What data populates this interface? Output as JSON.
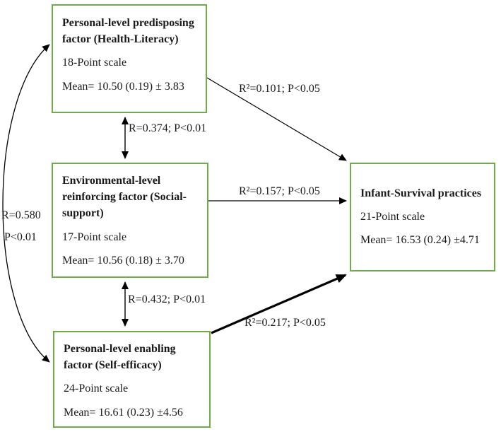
{
  "colors": {
    "box_border": "#70AD47",
    "arrow": "#000000",
    "text": "#1a1a1a",
    "background": "#ffffff"
  },
  "nodes": {
    "predisposing": {
      "title": "Personal-level predisposing factor (Health-Literacy)",
      "scale": "18-Point scale",
      "mean": "Mean= 10.50 (0.19) ± 3.83"
    },
    "reinforcing": {
      "title": "Environmental-level reinforcing factor (Social-support)",
      "scale": "17-Point scale",
      "mean": "Mean= 10.56 (0.18) ± 3.70"
    },
    "enabling": {
      "title": "Personal-level enabling factor (Self-efficacy)",
      "scale": "24-Point scale",
      "mean": "Mean= 16.61 (0.23) ±4.56"
    },
    "outcome": {
      "title": "Infant-Survival practices",
      "scale": "21-Point scale",
      "mean": "Mean= 16.53 (0.24) ±4.71"
    }
  },
  "edges": {
    "predisposing_reinforcing": {
      "label": "R=0.374; P<0.01",
      "type": "bidirectional"
    },
    "reinforcing_enabling": {
      "label": "R=0.432; P<0.01",
      "type": "bidirectional"
    },
    "predisposing_enabling": {
      "label_line1": "R=0.580",
      "label_line2": "P<0.01",
      "type": "bidirectional-curved"
    },
    "predisposing_outcome": {
      "label": "R²=0.101; P<0.05",
      "type": "directed"
    },
    "reinforcing_outcome": {
      "label": "R²=0.157; P<0.05",
      "type": "directed"
    },
    "enabling_outcome": {
      "label": "R²=0.217; P<0.05",
      "type": "directed-bold"
    }
  }
}
